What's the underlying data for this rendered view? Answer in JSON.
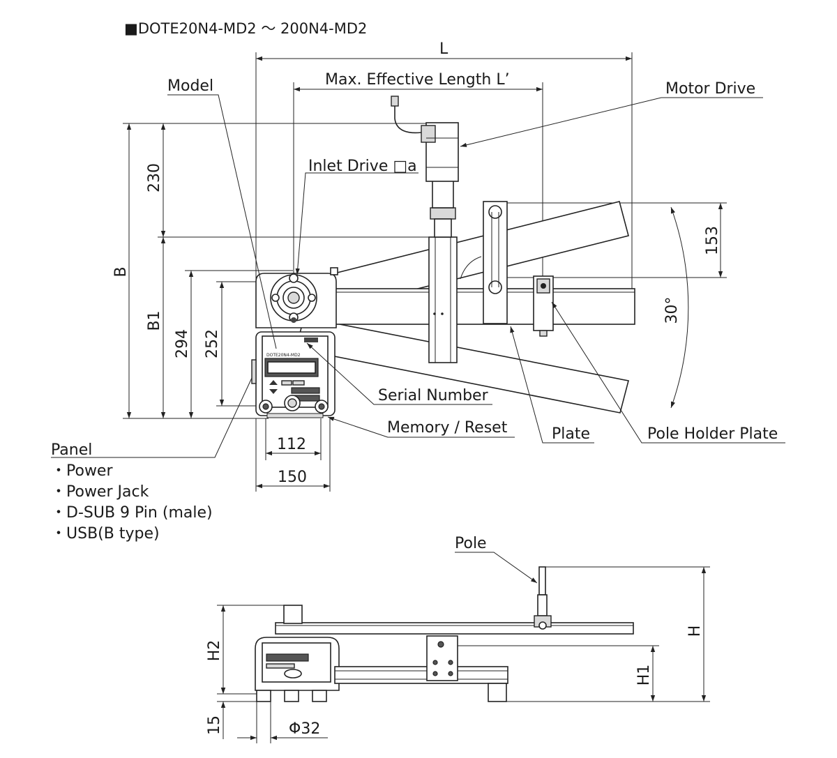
{
  "title": "■DOTE20N4-MD2 ～ 200N4-MD2",
  "labels": {
    "model": "Model",
    "max_effective_length": "Max. Effective Length L’",
    "motor_drive": "Motor Drive",
    "inlet_drive": "Inlet Drive □a",
    "serial_number": "Serial Number",
    "memory_reset": "Memory / Reset",
    "plate": "Plate",
    "pole_holder_plate": "Pole Holder Plate",
    "pole": "Pole",
    "panel": "Panel",
    "panel_items": [
      "・Power",
      "・Power Jack",
      "・D-SUB 9 Pin (male)",
      "・USB(B type)"
    ]
  },
  "dimensions": {
    "L": "L",
    "B": "B",
    "B1": "B1",
    "d230": "230",
    "d294": "294",
    "d252": "252",
    "d153": "153",
    "angle": "30°",
    "d112": "112",
    "d150": "150",
    "H": "H",
    "H1": "H1",
    "H2": "H2",
    "d15": "15",
    "phi32": "Φ32"
  }
}
